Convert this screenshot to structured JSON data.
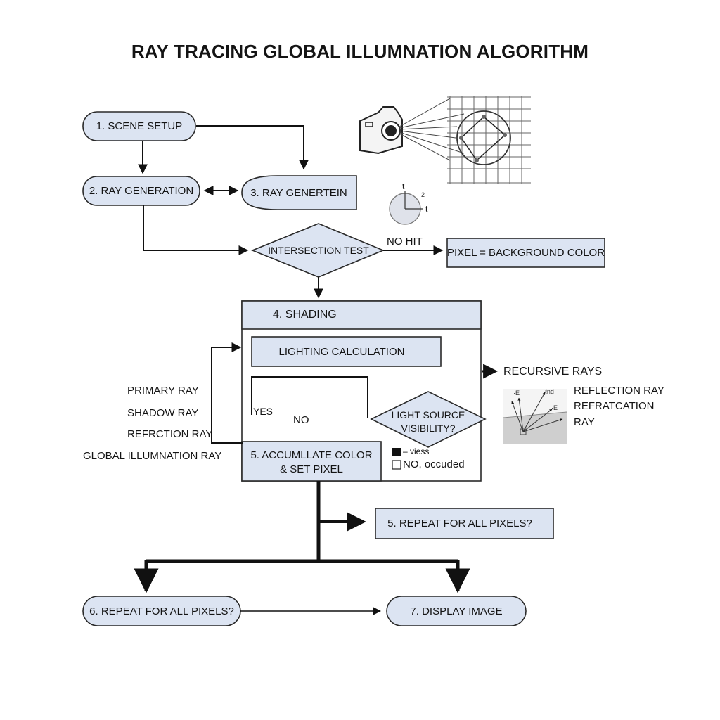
{
  "title": "RAY TRACING GLOBAL ILLUMNATION ALGORITHM",
  "nodes": {
    "scene_setup": "1. SCENE SETUP",
    "ray_generation": "2. RAY GENERATION",
    "ray_genertein": "3. RAY GENERTEIN",
    "intersection_test": "INTERSECTION TEST",
    "no_hit": "NO HIT",
    "background": "PIXEL = BACKGROUND COLOR",
    "shading": "4. SHADING",
    "lighting": "LIGHTING CALCULATION",
    "recursive_rays": "RECURSIVE RAYS",
    "yes": "YES",
    "no": "NO",
    "light_source_line1": "LIGHT SOURCE",
    "light_source_line2": "VISIBILITY?",
    "accumulate_line1": "5. ACCUMLLATE COLOR",
    "accumulate_line2": "& SET PIXEL",
    "legend_yes": "– viess",
    "legend_no": "NO, occuded",
    "repeat_right": "5. REPEAT FOR ALL PIXELS?",
    "repeat_bottom": "6. REPEAT FOR ALL PIXELS?",
    "display": "7. DISPLAY IMAGE"
  },
  "ray_types": [
    "PRIMARY RAY",
    "SHADOW RAY",
    "REFRCTION RAY",
    "GLOBAL ILLUMNATION RAY"
  ],
  "reflection_labels": [
    "REFLECTION RAY",
    "REFRATCATION",
    "RAY"
  ],
  "clock_labels": {
    "top": "t",
    "right_top": "2",
    "right": "t"
  },
  "inset_labels": {
    "left": "·E",
    "middle": "·ℓnd·",
    "right": "·E"
  },
  "colors": {
    "box_fill": "#dce4f2",
    "stroke": "#2a2a2a",
    "arrow": "#111111"
  }
}
